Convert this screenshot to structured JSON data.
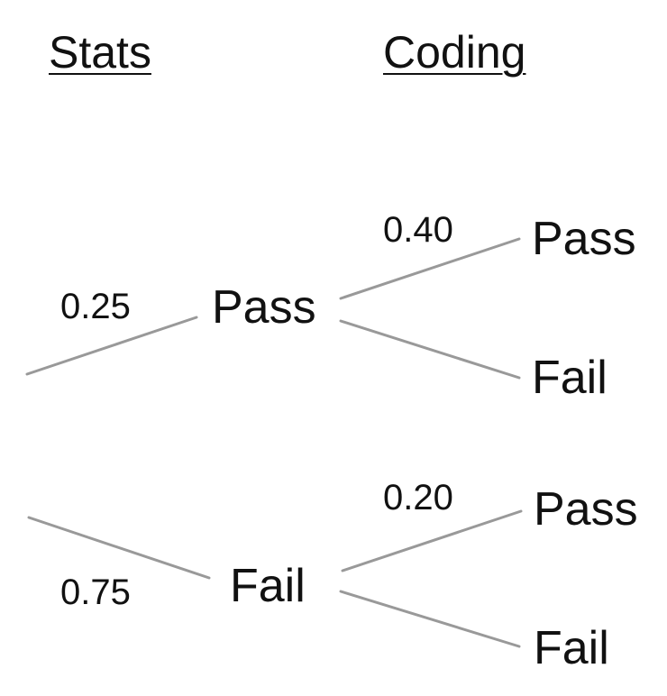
{
  "headers": {
    "stage1": "Stats",
    "stage2": "Coding"
  },
  "stage1": {
    "pass": {
      "label": "Pass",
      "probability": "0.25"
    },
    "fail": {
      "label": "Fail",
      "probability": "0.75"
    }
  },
  "stage2": {
    "after_pass": {
      "pass": {
        "label": "Pass",
        "probability": "0.40"
      },
      "fail": {
        "label": "Fail"
      }
    },
    "after_fail": {
      "pass": {
        "label": "Pass",
        "probability": "0.20"
      },
      "fail": {
        "label": "Fail"
      }
    }
  },
  "colors": {
    "edge": "#999999",
    "text": "#111111",
    "background": "#ffffff"
  }
}
